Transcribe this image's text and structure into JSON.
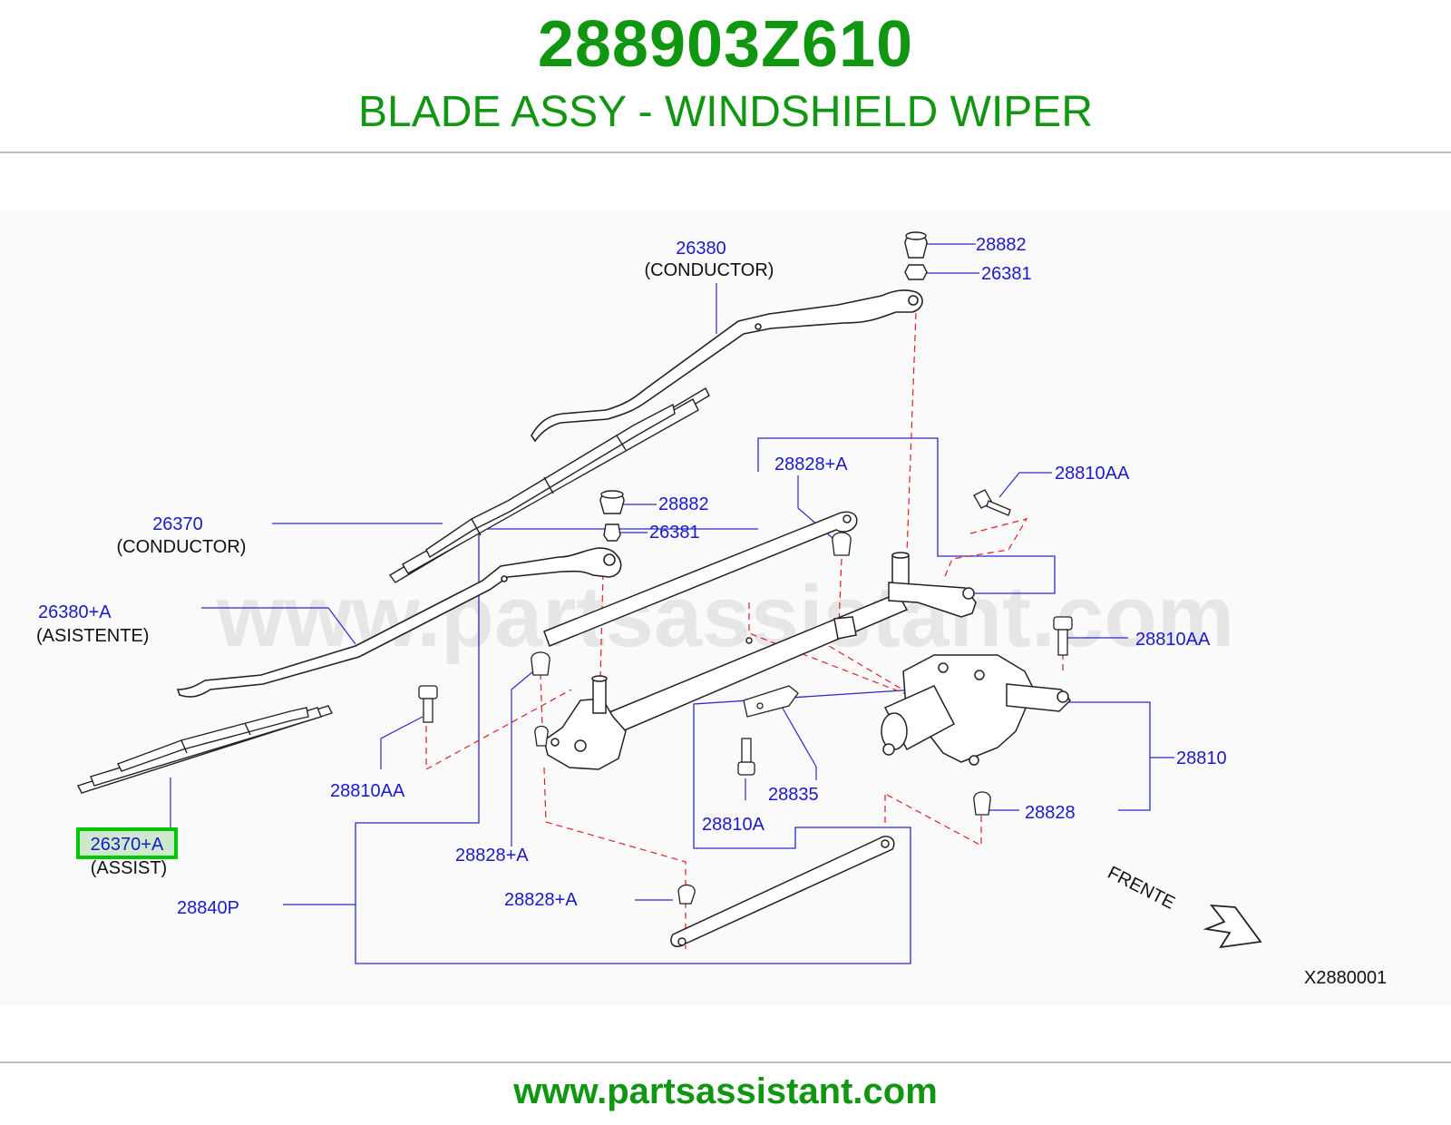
{
  "header": {
    "part_number": "288903Z610",
    "part_name": "BLADE ASSY - WINDSHIELD WIPER"
  },
  "watermark": "www.partsassistant.com",
  "footer": {
    "url": "www.partsassistant.com"
  },
  "colors": {
    "brand_green": "#119611",
    "callout_blue": "#1a1acc",
    "highlight_green": "#00c800",
    "dash_red": "#e02020"
  },
  "callouts": {
    "c26380": "26380",
    "c26380_note": "(CONDUCTOR)",
    "c28882_top": "28882",
    "c26381_top": "26381",
    "c28828A_top": "28828+A",
    "c28810AA_top": "28810AA",
    "c28882_mid": "28882",
    "c26381_mid": "26381",
    "c26370": "26370",
    "c26370_note": "(CONDUCTOR)",
    "c26380A": "26380+A",
    "c26380A_note": "(ASISTENTE)",
    "c28810AA_right": "28810AA",
    "c28810": "28810",
    "c28828": "28828",
    "c28835": "28835",
    "c28810A": "28810A",
    "c28810AA_left": "28810AA",
    "c28828A_mid": "28828+A",
    "c28828A_low": "28828+A",
    "c26370A": "26370+A",
    "c26370A_note": "(ASSIST)",
    "c28840P": "28840P",
    "frente": "FRENTE",
    "diagram_code": "X2880001"
  }
}
